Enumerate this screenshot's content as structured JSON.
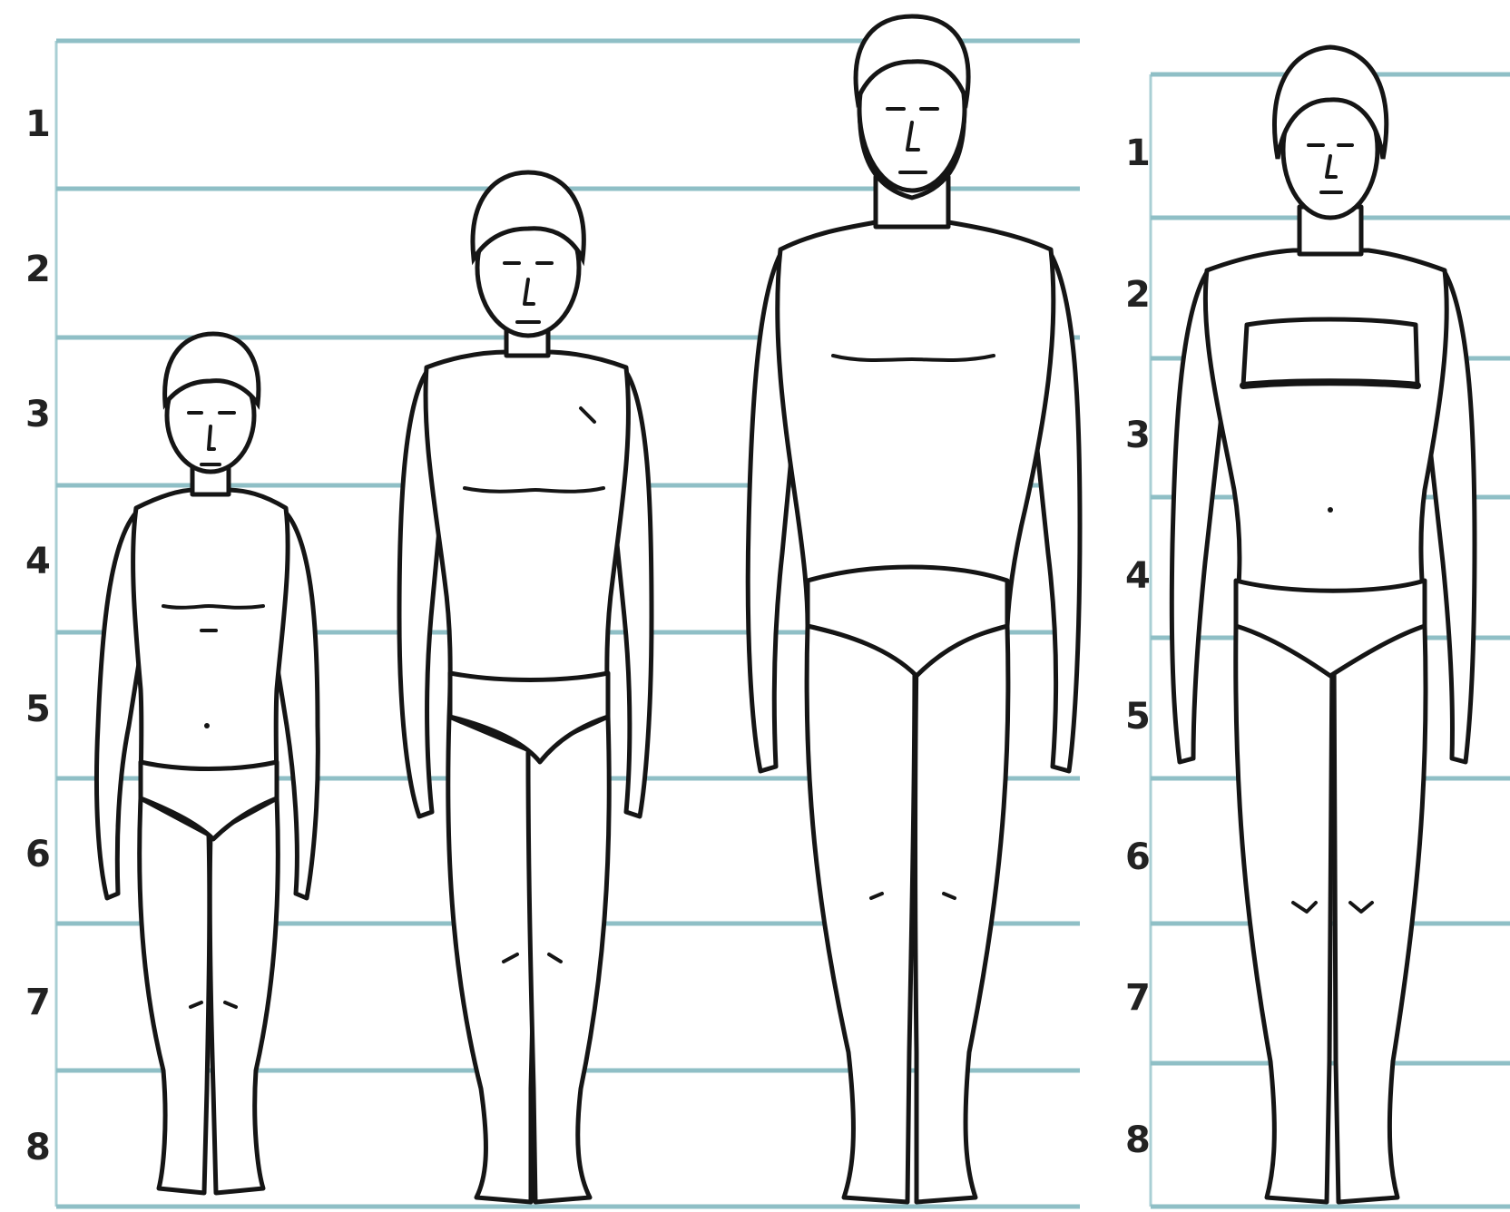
{
  "left_scale": {
    "labels": [
      "1",
      "2",
      "3",
      "4",
      "5",
      "6",
      "7",
      "8"
    ]
  },
  "right_scale": {
    "labels": [
      "1",
      "2",
      "3",
      "4",
      "5",
      "6",
      "7",
      "8"
    ]
  },
  "figures": [
    "child",
    "teen-boy",
    "adult-man",
    "adult-woman"
  ],
  "colors": {
    "guide_line": "#8fbfc6",
    "outline": "#151515",
    "background": "#ffffff"
  }
}
